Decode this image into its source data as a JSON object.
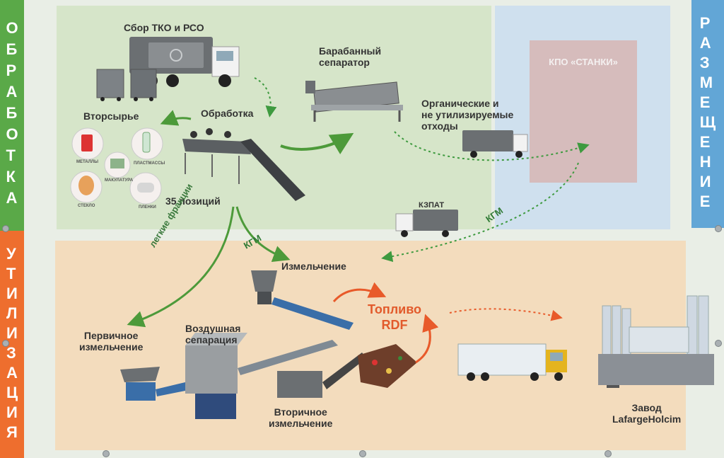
{
  "side_labels": {
    "left_top": [
      "О",
      "Б",
      "Р",
      "А",
      "Б",
      "О",
      "Т",
      "К",
      "А"
    ],
    "left_bottom": [
      "У",
      "Т",
      "И",
      "Л",
      "И",
      "З",
      "А",
      "Ц",
      "И",
      "Я"
    ],
    "right_top": [
      "Р",
      "А",
      "З",
      "М",
      "Е",
      "Щ",
      "Е",
      "Н",
      "И",
      "Е"
    ]
  },
  "colors": {
    "obrabotka": "#5aa948",
    "utilizatsiya": "#ee6e2e",
    "razmeshchenie": "#62a6d6",
    "arrow_green": "#4d9a3a",
    "arrow_orange": "#e85a2a",
    "kpo": "#d6bcbc"
  },
  "labels": {
    "collection": "Сбор ТКО и РСО",
    "drum_separator": "Барабанный\nсепаратор",
    "kpo": "КПО «СТАНКИ»",
    "organic": "Органические и\nне утилизируемые\nотходы",
    "recyclables": "Вторсырье",
    "processing": "Обработка",
    "positions": "35 позиций",
    "kzpat": "КЗПАТ",
    "kgm_right": "КГМ",
    "kgm_mid": "КГМ",
    "light_fractions": "легкие фракции",
    "shredding": "Измельчение",
    "fuel": "Топливо\nRDF",
    "primary_shredding": "Первичное\nизмельчение",
    "air_separation": "Воздушная\nсепарация",
    "secondary_shredding": "Вторичное\nизмельчение",
    "plant": "Завод\nLafargeHolcim"
  },
  "materials": [
    "МЕТАЛЛЫ",
    "ПЛАСТМАССЫ",
    "МАКУЛАТУРА",
    "СТЕКЛО",
    "ПЛЕНКИ"
  ],
  "icons": {
    "garbage_truck": "garbage-truck-icon",
    "container": "waste-container-icon",
    "drum": "drum-separator-icon",
    "sorting_line": "sorting-line-icon",
    "shredder": "shredder-icon",
    "semi_truck": "semi-truck-icon",
    "cement_plant": "cement-plant-icon"
  }
}
